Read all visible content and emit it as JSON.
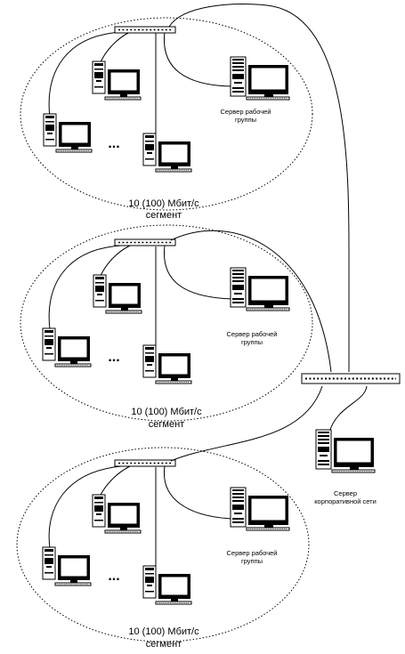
{
  "segments": [
    {
      "speed_label": "10 (100) Мбит/с",
      "segment_label": "сегмент",
      "server_label_line1": "Сервер рабочей",
      "server_label_line2": "группы",
      "ellipsis": "..."
    },
    {
      "speed_label": "10 (100) Мбит/с",
      "segment_label": "сегмент",
      "server_label_line1": "Сервер рабочей",
      "server_label_line2": "группы",
      "ellipsis": "..."
    },
    {
      "speed_label": "10 (100) Мбит/с",
      "segment_label": "сегмент",
      "server_label_line1": "Сервер рабочей",
      "server_label_line2": "группы",
      "ellipsis": "..."
    }
  ],
  "corporate": {
    "server_label_line1": "Сервер",
    "server_label_line2": "корпоративной сети"
  },
  "colors": {
    "line": "#000000",
    "screen": "#ffffff",
    "device_fill": "#ffffff",
    "background": "#ffffff"
  },
  "icons": [
    "hub-icon",
    "backbone-switch-icon",
    "workstation-icon",
    "server-icon"
  ]
}
